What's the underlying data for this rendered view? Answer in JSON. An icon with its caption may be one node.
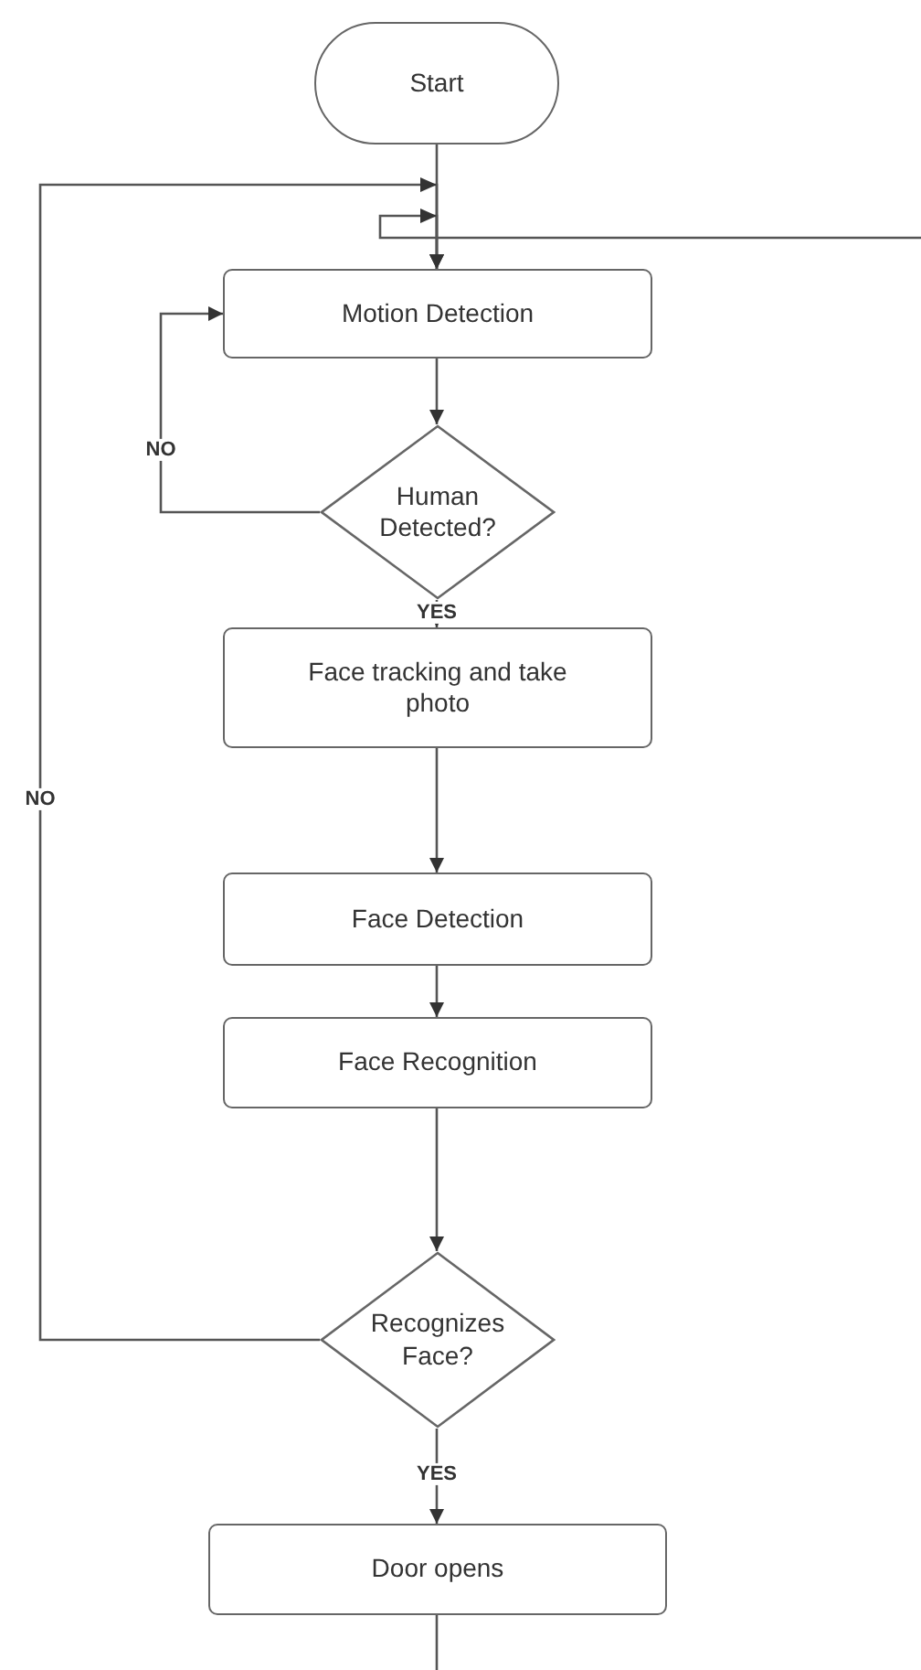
{
  "diagram": {
    "nodes": [
      {
        "text": [
          "Start"
        ]
      },
      {
        "text": [
          "Motion Detection"
        ]
      },
      {
        "text": [
          "Human Detected?"
        ]
      },
      {
        "text": [
          "Face tracking and take photo"
        ]
      },
      {
        "text": [
          "Face Detection"
        ]
      },
      {
        "text": [
          "Face Recognition"
        ]
      },
      {
        "text": [
          "Recognizes Face?"
        ]
      },
      {
        "text": [
          "Door opens"
        ]
      }
    ],
    "edges": [
      {
        "from": 0,
        "to": 1,
        "arrow": "to"
      },
      {
        "from": 1,
        "to": 2,
        "arrow": "to"
      },
      {
        "from": 2,
        "to": 1,
        "arrow": "to",
        "label": "NO"
      },
      {
        "from": 2,
        "to": 3,
        "arrow": "to",
        "label": "YES"
      },
      {
        "from": 3,
        "to": 4,
        "arrow": "to"
      },
      {
        "from": 4,
        "to": 5,
        "arrow": "to"
      },
      {
        "from": 5,
        "to": 6,
        "arrow": "to"
      },
      {
        "from": 6,
        "to": 1,
        "arrow": "to",
        "label": "NO"
      },
      {
        "from": 6,
        "to": 7,
        "arrow": "to",
        "label": "YES"
      },
      {
        "from": 7,
        "to": null,
        "arrow": "none"
      },
      {
        "from": null,
        "to": 1,
        "arrow": "to"
      }
    ]
  }
}
